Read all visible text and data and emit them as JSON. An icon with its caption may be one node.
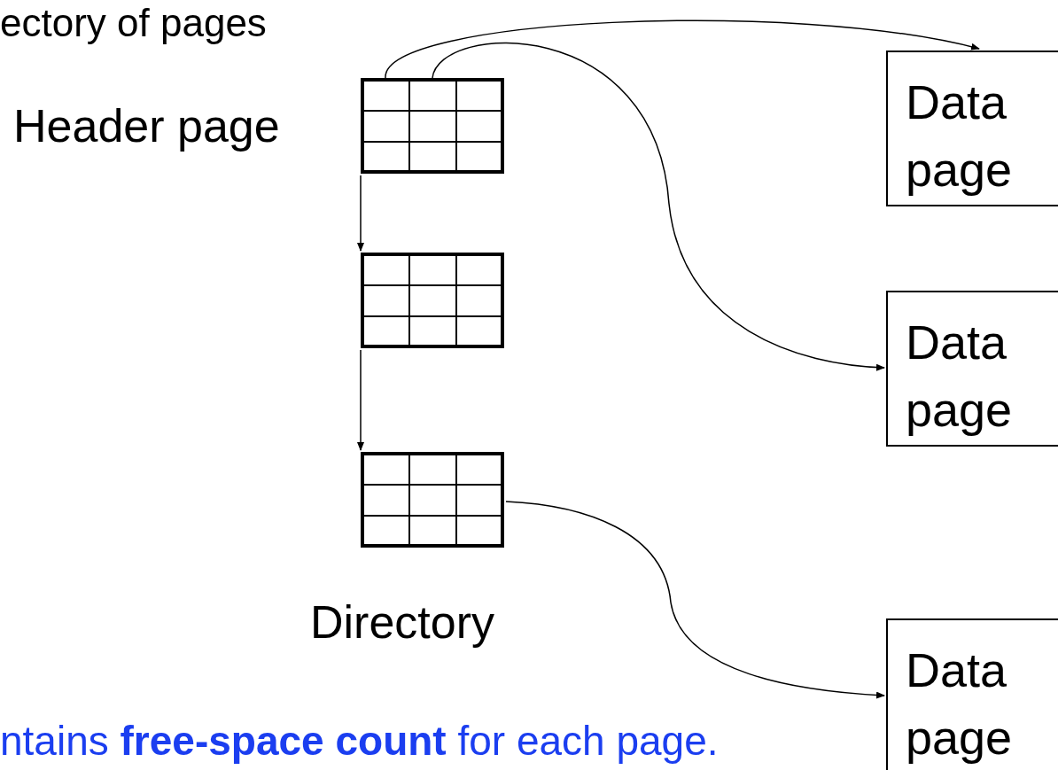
{
  "diagram": {
    "title": "ectory of pages",
    "nodes": [
      {
        "text": [],
        "shape": "table",
        "beside": [
          "Header page"
        ]
      },
      {
        "text": [],
        "shape": "table"
      },
      {
        "text": [],
        "shape": "table"
      },
      {
        "text": [
          "Data page"
        ]
      },
      {
        "text": [
          "Data page"
        ]
      },
      {
        "text": [
          "Data page"
        ]
      }
    ],
    "edges": [
      {
        "from": 0,
        "to": 1,
        "arrow": "to"
      },
      {
        "from": 1,
        "to": 2,
        "arrow": "to"
      },
      {
        "from": 0,
        "to": 3,
        "arrow": "to"
      },
      {
        "from": 0,
        "to": 4,
        "arrow": "to"
      },
      {
        "from": 2,
        "to": 5,
        "arrow": "to"
      }
    ],
    "labels": [
      "Directory"
    ],
    "caption": "ntains **free-space count** for each page."
  }
}
